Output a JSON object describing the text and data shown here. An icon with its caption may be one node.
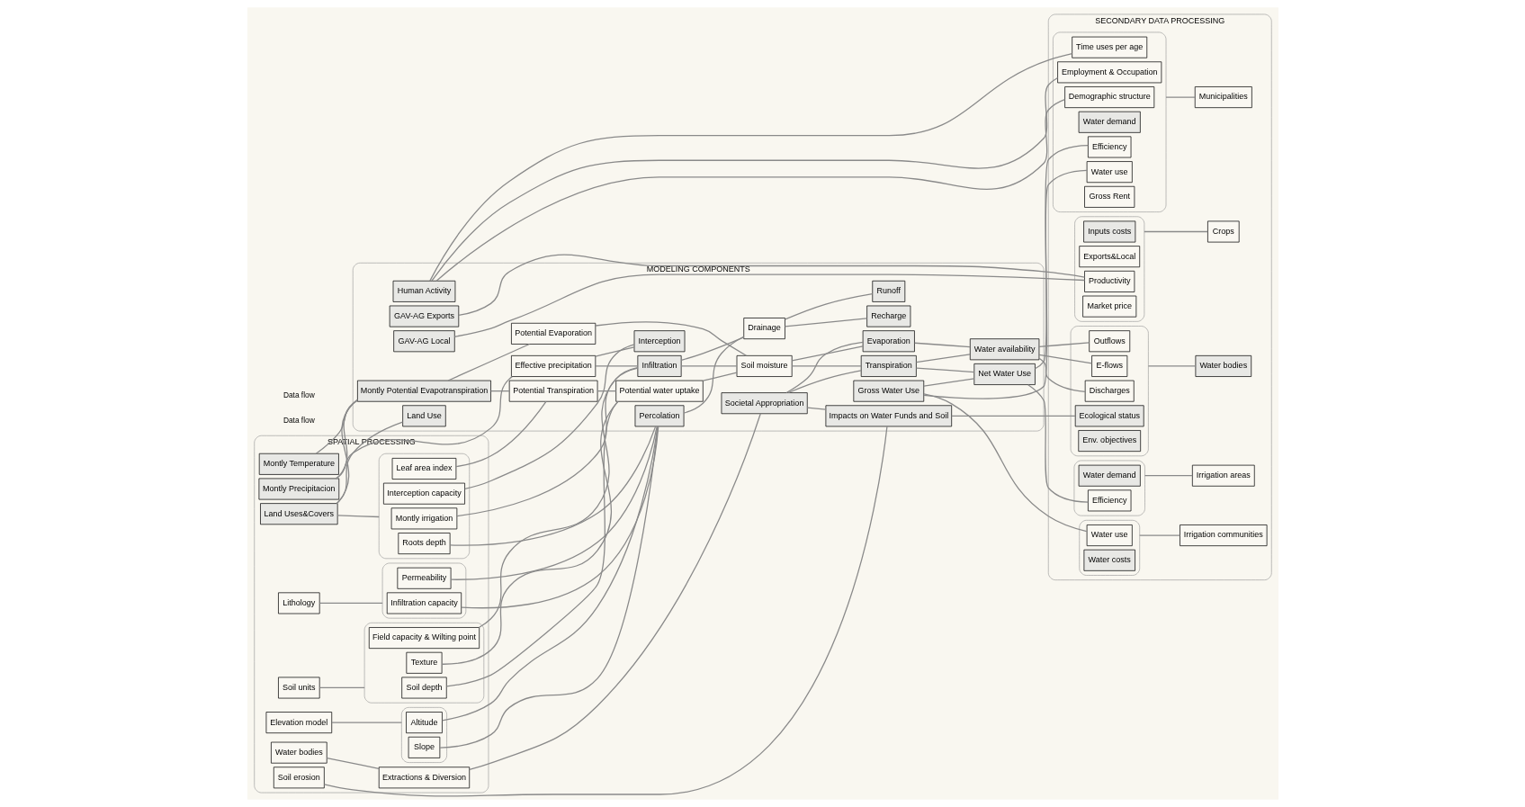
{
  "diagram": {
    "nodes": [
      {
        "text": [
          "SPATIAL PROCESSING"
        ]
      },
      {
        "text": [
          "Montly Precipitacion"
        ],
        "in": 0
      },
      {
        "text": [
          "Montly Temperature"
        ],
        "in": 0
      },
      {
        "text": [
          "Land Uses&Covers"
        ],
        "in": 0
      },
      {
        "text": [],
        "shape": "box",
        "in": 0
      },
      {
        "text": [
          "Montly irrigation"
        ],
        "in": 4
      },
      {
        "text": [
          "Interception capacity"
        ],
        "in": 4
      },
      {
        "text": [
          "Leaf area index"
        ],
        "in": 4
      },
      {
        "text": [
          "Roots depth"
        ],
        "in": 4
      },
      {
        "text": [
          "Soil units"
        ],
        "in": 0
      },
      {
        "text": [],
        "shape": "box",
        "in": 0
      },
      {
        "text": [
          "Soil depth"
        ],
        "in": 10
      },
      {
        "text": [
          "Field capacity & Wilting point"
        ],
        "in": 10
      },
      {
        "text": [
          "Texture"
        ],
        "in": 10
      },
      {
        "text": [
          "Elevation model"
        ],
        "in": 0
      },
      {
        "text": [],
        "shape": "box",
        "in": 0
      },
      {
        "text": [
          "Altitude"
        ],
        "in": 15
      },
      {
        "text": [
          "Slope"
        ],
        "in": 15
      },
      {
        "text": [
          "Lithology"
        ],
        "in": 0
      },
      {
        "text": [],
        "shape": "box",
        "in": 0
      },
      {
        "text": [
          "Infiltration capacity"
        ],
        "in": 19
      },
      {
        "text": [
          "Permeability"
        ],
        "in": 19
      },
      {
        "text": [
          "Water bodies"
        ],
        "in": 0
      },
      {
        "text": [
          "Extractions & Diversion"
        ],
        "in": 0
      },
      {
        "text": [
          "Soil erosion"
        ],
        "in": 0
      },
      {
        "text": [
          "MODELING COMPONENTS"
        ]
      },
      {
        "text": [
          "Land Use"
        ],
        "in": 25
      },
      {
        "text": [
          "Effective precipitation"
        ],
        "in": 25
      },
      {
        "text": [
          "Montly Potential Evapotranspiration"
        ],
        "in": 25
      },
      {
        "text": [
          "Interception"
        ],
        "in": 25
      },
      {
        "text": [
          "Infiltration"
        ],
        "in": 25
      },
      {
        "text": [
          "Potential Transpiration"
        ],
        "in": 25
      },
      {
        "text": [
          "Potential Evaporation"
        ],
        "in": 25
      },
      {
        "text": [
          "Drainage"
        ],
        "in": 25
      },
      {
        "text": [
          "Soil moisture"
        ],
        "in": 25
      },
      {
        "text": [
          "Potential water uptake"
        ],
        "in": 25
      },
      {
        "text": [
          "Percolation"
        ],
        "in": 25
      },
      {
        "text": [
          "Recharge"
        ],
        "in": 25
      },
      {
        "text": [
          "Runoff"
        ],
        "in": 25
      },
      {
        "text": [
          "Evaporation"
        ],
        "in": 25
      },
      {
        "text": [
          "Transpiration"
        ],
        "in": 25
      },
      {
        "text": [
          "Societal Appropriation"
        ],
        "in": 25
      },
      {
        "text": [
          "Impacts on Water Funds and Soil"
        ],
        "in": 25
      },
      {
        "text": [
          "Human Activity"
        ],
        "in": 25
      },
      {
        "text": [
          "Gross Water Use"
        ],
        "in": 25
      },
      {
        "text": [
          "Net Water Use"
        ],
        "in": 25
      },
      {
        "text": [
          "GAV-AG Exports"
        ],
        "in": 25
      },
      {
        "text": [
          "GAV-AG Local"
        ],
        "in": 25
      },
      {
        "text": [
          "Water availability"
        ],
        "in": 25
      },
      {
        "text": [
          "SECONDARY DATA PROCESSING"
        ]
      },
      {
        "text": [],
        "shape": "box",
        "in": 49
      },
      {
        "text": [
          "Demographic structure"
        ],
        "in": 50
      },
      {
        "text": [
          "Time uses per age"
        ],
        "in": 50
      },
      {
        "text": [
          "Employment & Occupation"
        ],
        "in": 50
      },
      {
        "text": [
          "Water demand"
        ],
        "in": 50
      },
      {
        "text": [
          "Water use"
        ],
        "in": 50
      },
      {
        "text": [
          "Efficiency"
        ],
        "in": 50
      },
      {
        "text": [
          "Gross Rent"
        ],
        "in": 50
      },
      {
        "text": [],
        "shape": "box",
        "in": 49
      },
      {
        "text": [
          "Water use"
        ],
        "in": 58
      },
      {
        "text": [
          "Water costs"
        ],
        "in": 58
      },
      {
        "text": [],
        "shape": "box",
        "in": 49
      },
      {
        "text": [
          "Water demand"
        ],
        "in": 61
      },
      {
        "text": [
          "Efficiency"
        ],
        "in": 61
      },
      {
        "text": [],
        "shape": "box",
        "in": 49
      },
      {
        "text": [
          "Inputs costs"
        ],
        "in": 64
      },
      {
        "text": [
          "Exports&Local"
        ],
        "in": 64
      },
      {
        "text": [
          "Productivity"
        ],
        "in": 64
      },
      {
        "text": [
          "Market price"
        ],
        "in": 64
      },
      {
        "text": [],
        "shape": "box",
        "in": 49
      },
      {
        "text": [
          "E-flows"
        ],
        "in": 69
      },
      {
        "text": [
          "Discharges"
        ],
        "in": 69
      },
      {
        "text": [
          "Outflows"
        ],
        "in": 69
      },
      {
        "text": [
          "Ecological status"
        ],
        "in": 69
      },
      {
        "text": [
          "Env. objectives"
        ],
        "in": 69
      },
      {
        "text": [
          "Municipalities"
        ],
        "in": 49
      },
      {
        "text": [
          "Irrigation communities"
        ],
        "in": 49
      },
      {
        "text": [
          "Irrigation areas"
        ],
        "in": 49
      },
      {
        "text": [
          "Crops"
        ],
        "in": 49
      },
      {
        "text": [
          "Water bodies"
        ],
        "in": 49
      }
    ],
    "edges": [
      {
        "from": 1,
        "to": 27,
        "arrow": "none"
      },
      {
        "from": 1,
        "to": 28,
        "arrow": "none"
      },
      {
        "from": 2,
        "to": 28,
        "arrow": "none"
      },
      {
        "from": 3,
        "to": 28,
        "arrow": "none"
      },
      {
        "from": 3,
        "to": 26,
        "arrow": "none"
      },
      {
        "from": 3,
        "to": 4,
        "arrow": "none"
      },
      {
        "from": 5,
        "to": 30,
        "arrow": "none"
      },
      {
        "from": 6,
        "to": 29,
        "arrow": "none"
      },
      {
        "from": 7,
        "to": 31,
        "arrow": "none"
      },
      {
        "from": 8,
        "to": 36,
        "arrow": "none"
      },
      {
        "from": 9,
        "to": 10,
        "arrow": "none"
      },
      {
        "from": 11,
        "to": 35,
        "arrow": "none"
      },
      {
        "from": 12,
        "to": 30,
        "arrow": "none"
      },
      {
        "from": 13,
        "to": 35,
        "arrow": "none"
      },
      {
        "from": 14,
        "to": 15,
        "arrow": "none"
      },
      {
        "from": 16,
        "to": 36,
        "arrow": "none"
      },
      {
        "from": 17,
        "to": 36,
        "arrow": "none"
      },
      {
        "from": 18,
        "to": 19,
        "arrow": "none"
      },
      {
        "from": 20,
        "to": 36,
        "arrow": "none"
      },
      {
        "from": 21,
        "to": 36,
        "arrow": "none"
      },
      {
        "from": 22,
        "to": 23,
        "arrow": "none"
      },
      {
        "from": 23,
        "to": 41,
        "arrow": "none"
      },
      {
        "from": 24,
        "to": 42,
        "arrow": "none"
      },
      {
        "from": 27,
        "to": 29,
        "arrow": "none"
      },
      {
        "from": 27,
        "to": 30,
        "arrow": "none"
      },
      {
        "from": 28,
        "to": 31,
        "arrow": "none"
      },
      {
        "from": 28,
        "to": 32,
        "arrow": "none"
      },
      {
        "from": 31,
        "to": 35,
        "arrow": "none"
      },
      {
        "from": 32,
        "to": 34,
        "arrow": "none"
      },
      {
        "from": 35,
        "to": 34,
        "arrow": "none"
      },
      {
        "from": 30,
        "to": 33,
        "arrow": "none"
      },
      {
        "from": 30,
        "to": 34,
        "arrow": "none"
      },
      {
        "from": 36,
        "to": 33,
        "arrow": "none"
      },
      {
        "from": 33,
        "to": 37,
        "arrow": "none"
      },
      {
        "from": 33,
        "to": 38,
        "arrow": "none"
      },
      {
        "from": 34,
        "to": 39,
        "arrow": "none"
      },
      {
        "from": 34,
        "to": 40,
        "arrow": "none"
      },
      {
        "from": 40,
        "to": 45,
        "arrow": "none"
      },
      {
        "from": 39,
        "to": 48,
        "arrow": "none"
      },
      {
        "from": 40,
        "to": 48,
        "arrow": "none"
      },
      {
        "from": 41,
        "to": 39,
        "arrow": "none"
      },
      {
        "from": 41,
        "to": 40,
        "arrow": "none"
      },
      {
        "from": 41,
        "to": 42,
        "arrow": "none"
      },
      {
        "from": 42,
        "to": 73,
        "arrow": "none"
      },
      {
        "from": 43,
        "to": 51,
        "arrow": "none"
      },
      {
        "from": 43,
        "to": 52,
        "arrow": "none"
      },
      {
        "from": 43,
        "to": 53,
        "arrow": "none"
      },
      {
        "from": 44,
        "to": 55,
        "arrow": "none"
      },
      {
        "from": 44,
        "to": 59,
        "arrow": "none"
      },
      {
        "from": 44,
        "to": 45,
        "arrow": "none"
      },
      {
        "from": 45,
        "to": 56,
        "arrow": "none"
      },
      {
        "from": 45,
        "to": 63,
        "arrow": "none"
      },
      {
        "from": 46,
        "to": 67,
        "arrow": "none"
      },
      {
        "from": 47,
        "to": 67,
        "arrow": "none"
      },
      {
        "from": 48,
        "to": 70,
        "arrow": "none"
      },
      {
        "from": 48,
        "to": 71,
        "arrow": "none"
      },
      {
        "from": 48,
        "to": 72,
        "arrow": "none"
      },
      {
        "from": 50,
        "to": 75,
        "arrow": "none"
      },
      {
        "from": 58,
        "to": 76,
        "arrow": "none"
      },
      {
        "from": 61,
        "to": 77,
        "arrow": "none"
      },
      {
        "from": 64,
        "to": 78,
        "arrow": "none"
      },
      {
        "from": 69,
        "to": 79,
        "arrow": "none"
      }
    ],
    "labels": [
      "Data flow",
      "Data flow"
    ]
  }
}
